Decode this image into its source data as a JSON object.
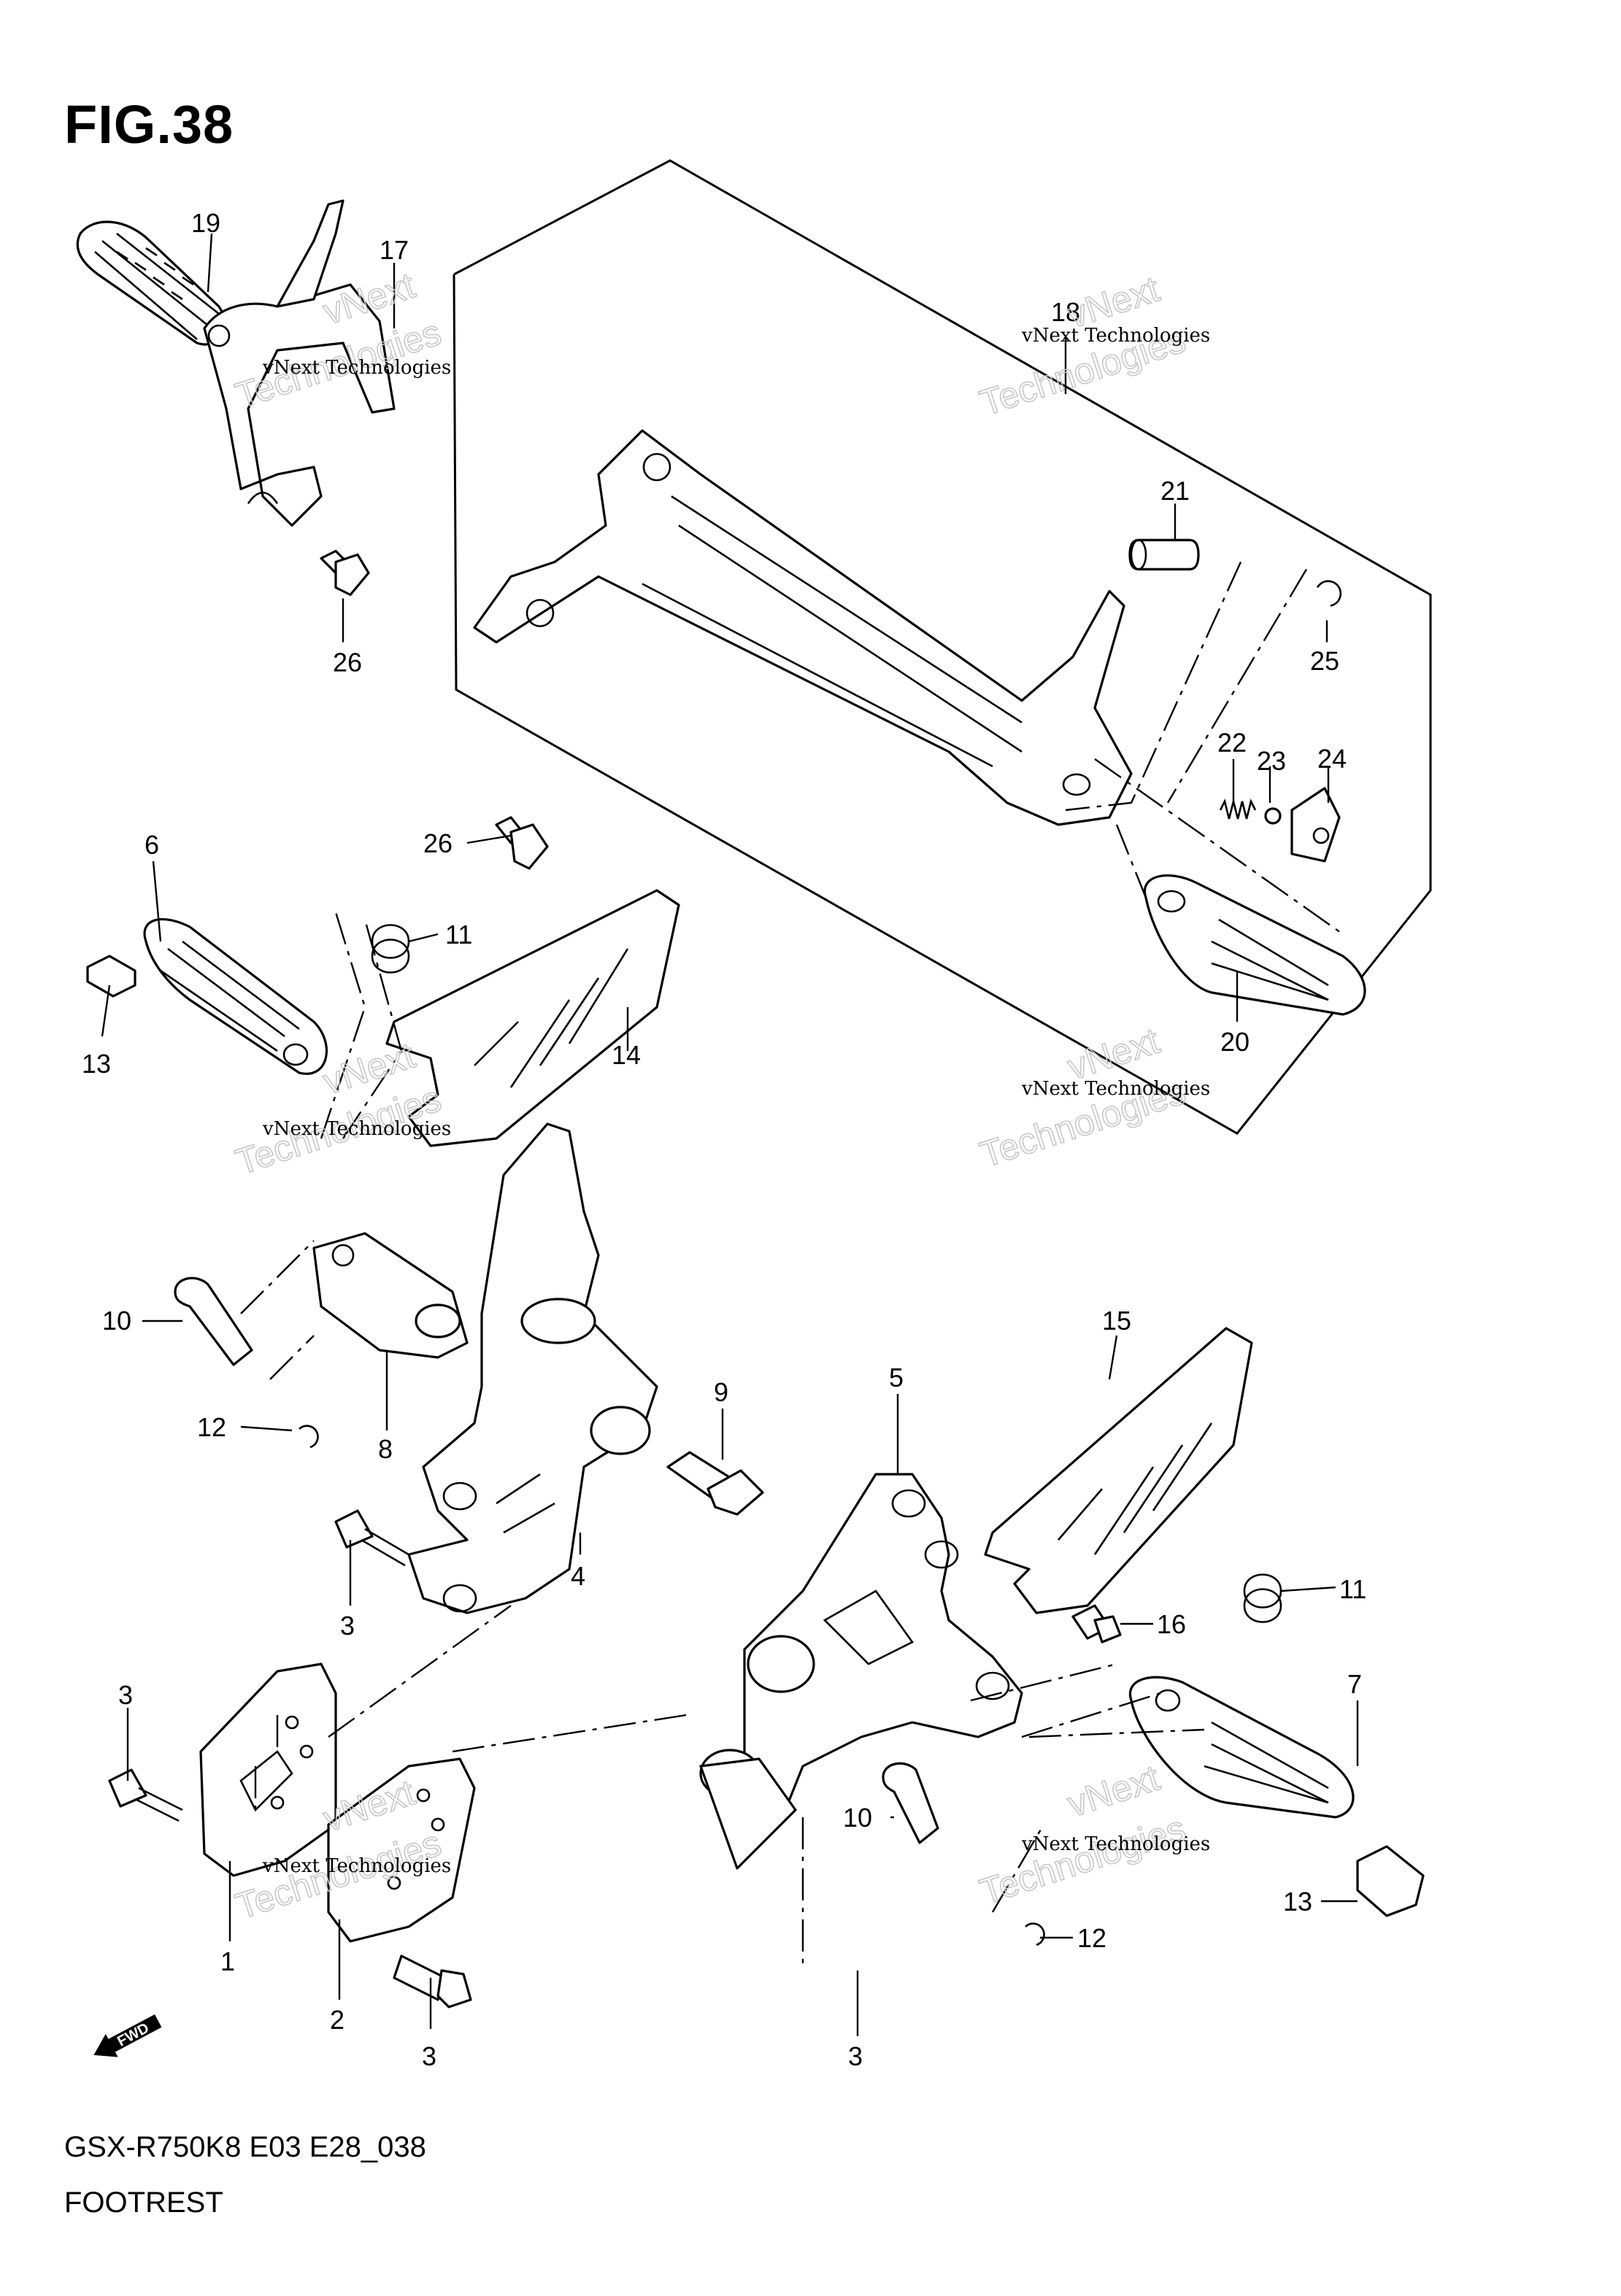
{
  "figure": {
    "title": "FIG.38",
    "model_code": "GSX-R750K8 E03 E28_038",
    "section_name": "FOOTREST"
  },
  "watermark": {
    "line1": "vNext Technologies",
    "line2": "vNext",
    "line3": "Technologies"
  },
  "fwd_badge": "FWD",
  "callouts": {
    "p1": "1",
    "p2": "2",
    "p3a": "3",
    "p3b": "3",
    "p3c": "3",
    "p3d": "3",
    "p4": "4",
    "p5": "5",
    "p6": "6",
    "p7": "7",
    "p8": "8",
    "p9": "9",
    "p10a": "10",
    "p10b": "10",
    "p11a": "11",
    "p11b": "11",
    "p12a": "12",
    "p12b": "12",
    "p13a": "13",
    "p13b": "13",
    "p14": "14",
    "p15": "15",
    "p16": "16",
    "p17": "17",
    "p18": "18",
    "p19": "19",
    "p20": "20",
    "p21": "21",
    "p22": "22",
    "p23": "23",
    "p24": "24",
    "p25": "25",
    "p26a": "26",
    "p26b": "26"
  }
}
